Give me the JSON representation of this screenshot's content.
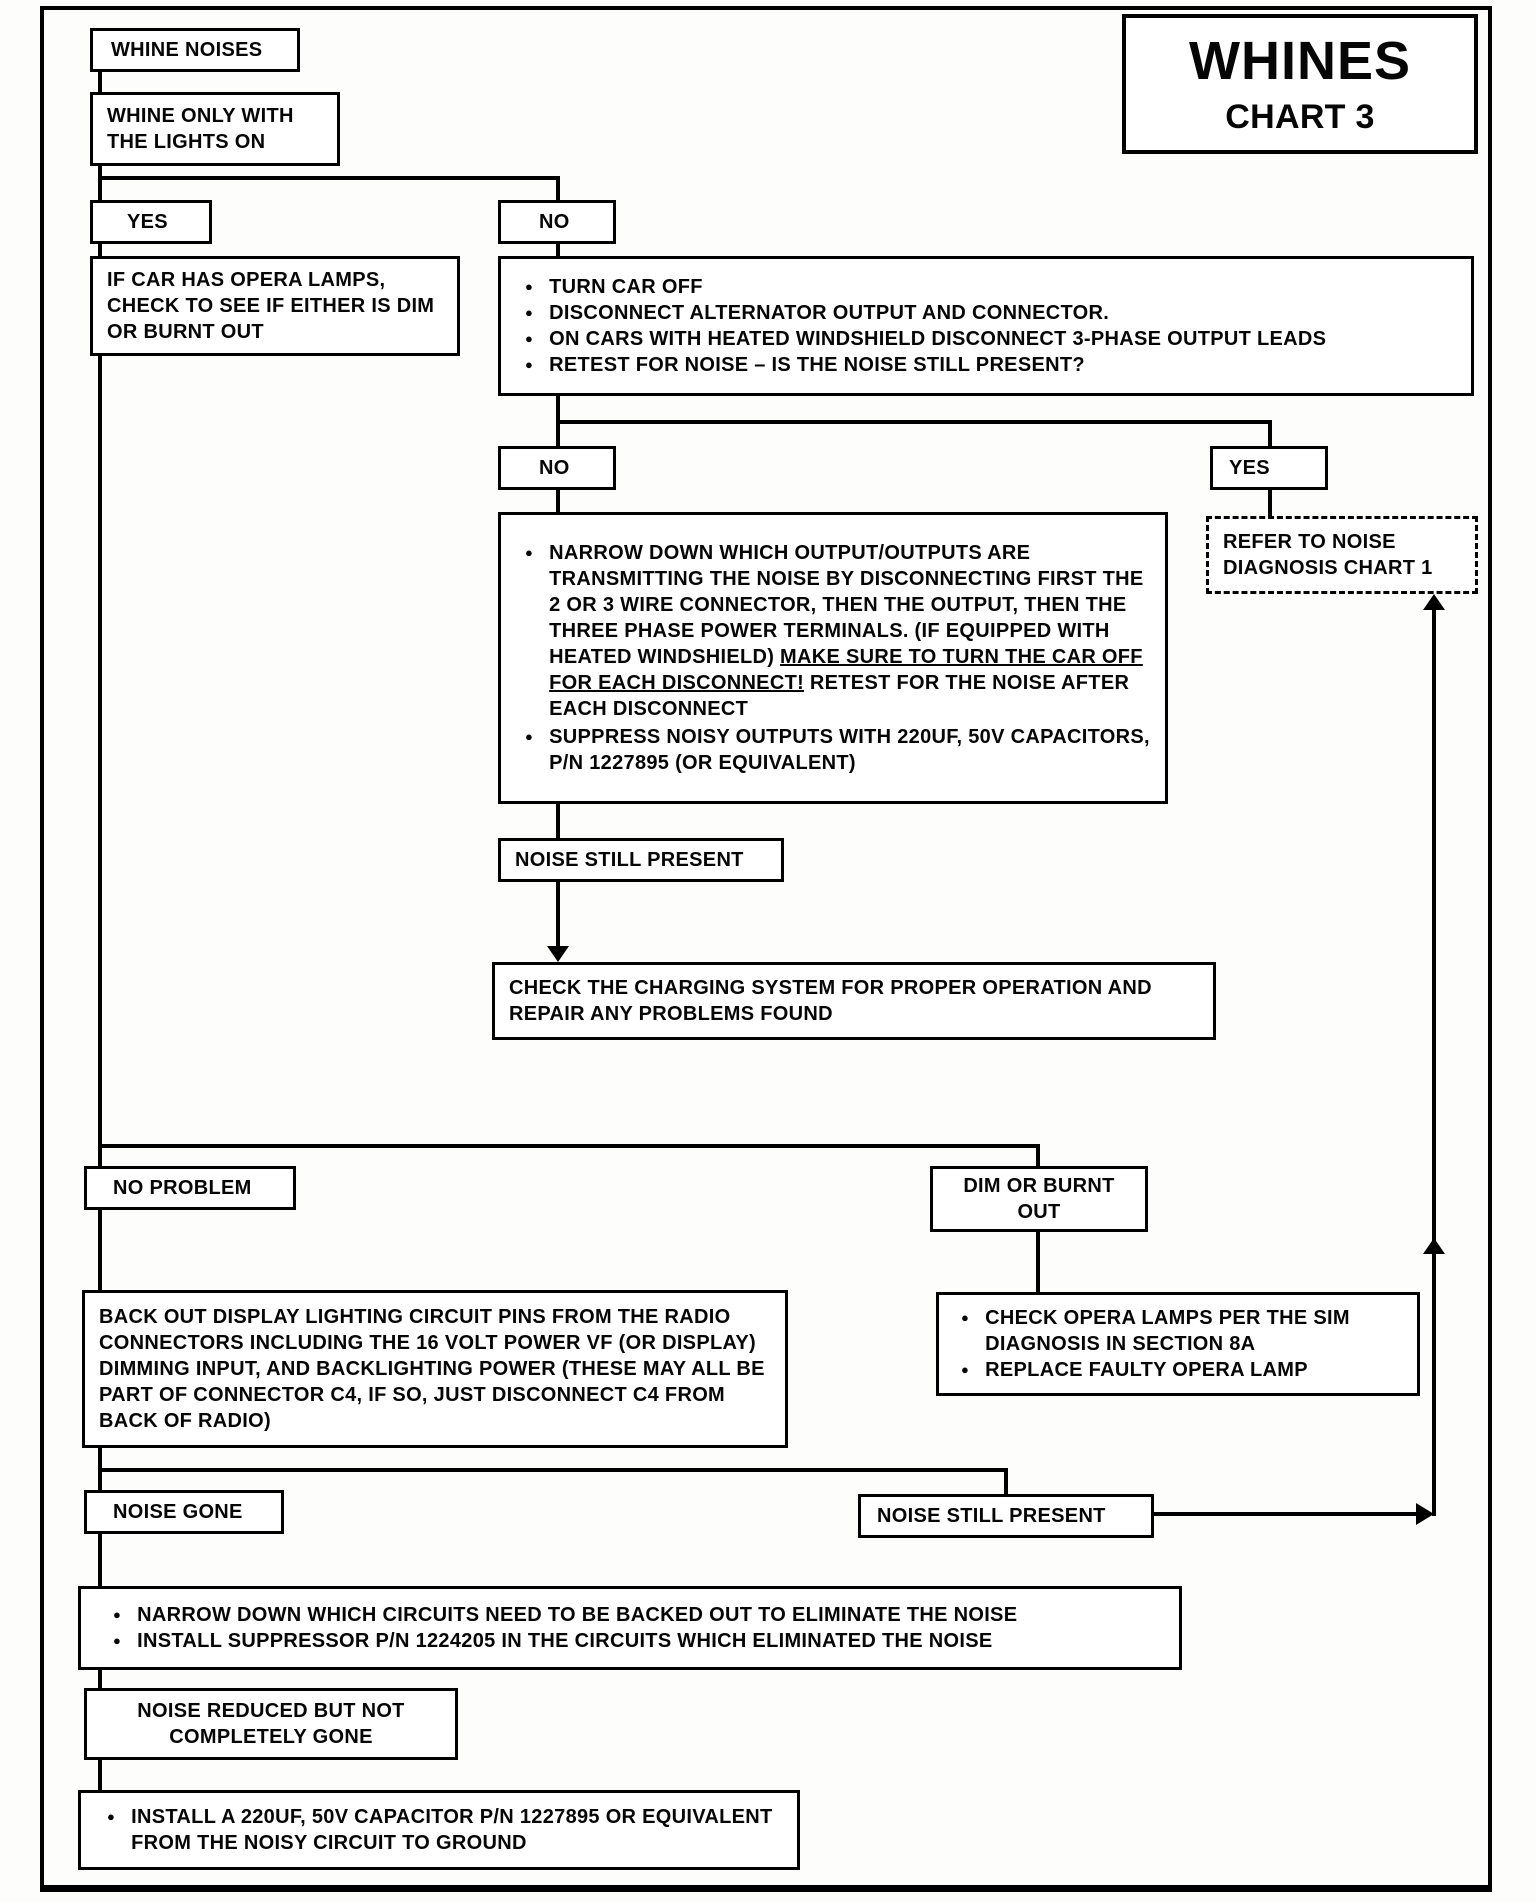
{
  "colors": {
    "ink": "#000000",
    "paper": "#ffffff"
  },
  "icons": {
    "bullet": "●"
  },
  "title": {
    "line1": "WHINES",
    "line2": "CHART 3"
  },
  "boxes": {
    "whine_noises": "WHINE NOISES",
    "whine_lights_on": "WHINE ONLY WITH THE LIGHTS ON",
    "yes1": "YES",
    "no1": "NO",
    "opera_check": "IF CAR HAS OPERA LAMPS, CHECK TO SEE IF EITHER IS DIM OR BURNT OUT",
    "turn_off_bullets": [
      "TURN CAR OFF",
      "DISCONNECT ALTERNATOR OUTPUT AND CONNECTOR.",
      "ON CARS WITH HEATED WINDSHIELD DISCONNECT 3-PHASE OUTPUT LEADS",
      "RETEST FOR NOISE – IS THE NOISE STILL PRESENT?"
    ],
    "no2": "NO",
    "yes2": "YES",
    "refer_chart1": "REFER TO NOISE DIAGNOSIS CHART 1",
    "narrow_bullet1_pre": "NARROW DOWN WHICH OUTPUT/OUTPUTS ARE TRANSMITTING THE NOISE BY DISCONNECTING FIRST THE 2 OR 3 WIRE CONNECTOR, THEN THE OUTPUT, THEN THE THREE PHASE POWER TERMINALS. (IF EQUIPPED WITH HEATED WINDSHIELD) ",
    "narrow_bullet1_underline": "MAKE SURE TO TURN THE CAR OFF FOR EACH DISCONNECT!",
    "narrow_bullet1_post": " RETEST FOR THE NOISE AFTER EACH DISCONNECT",
    "narrow_bullet2": "SUPPRESS NOISY OUTPUTS WITH 220UF, 50V CAPACITORS, P/N 1227895 (OR EQUIVALENT)",
    "noise_still_present_1": "NOISE STILL PRESENT",
    "charging": "CHECK THE CHARGING SYSTEM FOR PROPER OPERATION AND REPAIR ANY PROBLEMS FOUND",
    "no_problem": "NO PROBLEM",
    "dim_or_burnt": "DIM OR BURNT OUT",
    "back_out": "BACK OUT DISPLAY LIGHTING CIRCUIT PINS FROM THE RADIO CONNECTORS INCLUDING THE 16 VOLT POWER VF  (OR DISPLAY) DIMMING INPUT, AND BACKLIGHTING POWER (THESE MAY ALL BE  PART OF CONNECTOR C4, IF SO, JUST DISCONNECT C4 FROM BACK OF RADIO)",
    "opera_lamps_bullets": [
      "CHECK OPERA LAMPS PER THE SIM DIAGNOSIS IN SECTION 8A",
      "REPLACE FAULTY OPERA LAMP"
    ],
    "noise_gone": "NOISE GONE",
    "noise_still_present_2": "NOISE STILL PRESENT",
    "circuits_bullets": [
      "NARROW DOWN WHICH CIRCUITS NEED TO BE BACKED OUT TO ELIMINATE THE NOISE",
      "INSTALL SUPPRESSOR P/N 1224205 IN THE CIRCUITS WHICH ELIMINATED THE NOISE"
    ],
    "noise_reduced": "NOISE REDUCED BUT NOT COMPLETELY GONE",
    "final_bullet": "INSTALL A 220UF, 50V CAPACITOR P/N 1227895 OR EQUIVALENT FROM THE NOISY CIRCUIT TO GROUND"
  }
}
